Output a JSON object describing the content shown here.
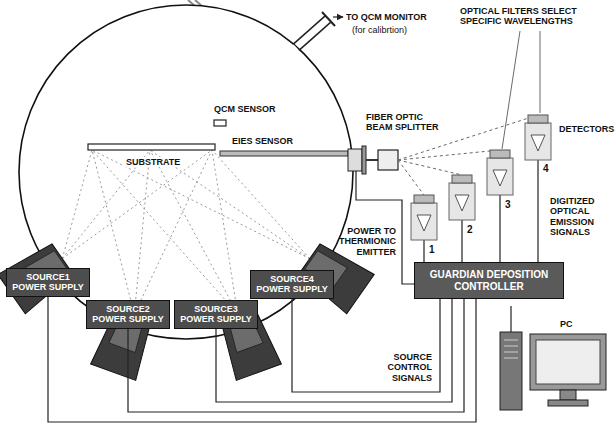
{
  "diagram": {
    "nodes": [
      {
        "text": [
          "GUARDIAN DEPOSITION CONTROLLER"
        ]
      },
      {
        "text": [
          "SOURCE1 POWER SUPPLY"
        ]
      },
      {
        "text": [
          "SOURCE2 POWER SUPPLY"
        ]
      },
      {
        "text": [
          "SOURCE3 POWER SUPPLY"
        ]
      },
      {
        "text": [
          "SOURCE4 POWER SUPPLY"
        ]
      }
    ],
    "edges": [
      {
        "from": 0,
        "to": 1,
        "arrow": "none"
      },
      {
        "from": 0,
        "to": 2,
        "arrow": "none"
      },
      {
        "from": 0,
        "to": 3,
        "arrow": "none"
      },
      {
        "from": 0,
        "to": 4,
        "arrow": "none"
      }
    ],
    "labels": [
      "TO QCM MONITOR",
      "(for calibrtion)",
      "QCM SENSOR",
      "EIES SENSOR",
      "SUBSTRATE",
      "FIBER OPTIC BEAM SPLITTER",
      "OPTICAL FILTERS SELECT SPECIFIC WAVELENGTHS",
      "DETECTORS",
      "1",
      "2",
      "3",
      "4",
      "POWER TO THERMIONIC EMITTER",
      "DIGITIZED OPTICAL EMISSION SIGNALS",
      "PC",
      "SOURCE CONTROL SIGNALS"
    ]
  }
}
